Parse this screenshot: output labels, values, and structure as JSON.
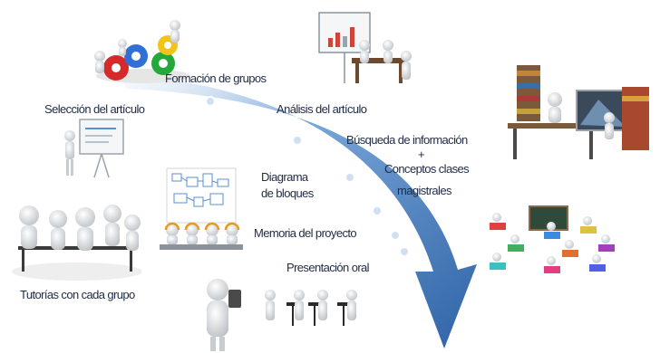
{
  "steps": {
    "formacion": "Formación de grupos",
    "seleccion": "Selección del artículo",
    "analisis": "Análisis del artículo",
    "busqueda": "Búsqueda de información",
    "plus": "+",
    "conceptos_1": "Conceptos clases",
    "conceptos_2": "magistrales",
    "diagrama_1": "Diagrama",
    "diagrama_2": "de bloques",
    "memoria": "Memoria  del proyecto",
    "presentacion": "Presentación oral",
    "tutorias": "Tutorías con cada grupo"
  },
  "icons": {
    "gears": "gears-team-icon",
    "presenter": "presenter-board-icon",
    "meeting": "meeting-chart-icon",
    "books": "study-books-icon",
    "classroom": "classroom-icon",
    "tutoring": "tutoring-group-icon",
    "blockdiagram": "block-diagram-icon",
    "headset": "headset-workers-icon",
    "speakers": "speakers-podium-icon"
  },
  "colors": {
    "arrow": "#4f86c6",
    "arrow_dark": "#2e63a6",
    "dot": "#a9c8ea",
    "text": "#1f2a44"
  }
}
